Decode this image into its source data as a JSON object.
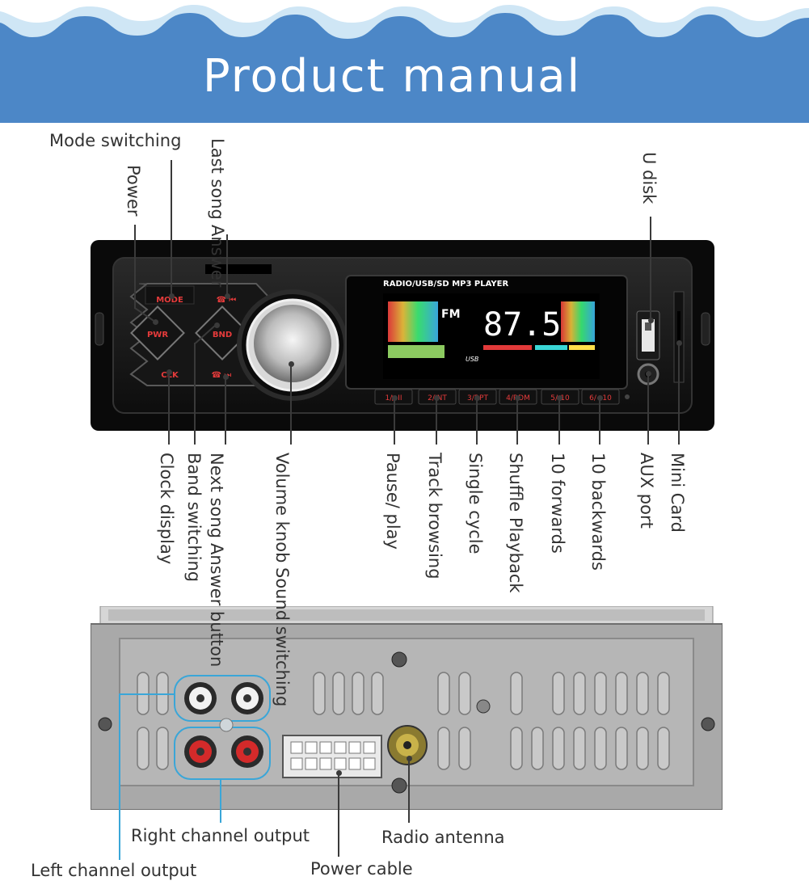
{
  "banner": {
    "title": "Product manual"
  },
  "front_panel": {
    "display_header": "RADIO/USB/SD MP3 PLAYER",
    "band": "FM",
    "frequency": "87.5",
    "usb_indicator": "USB",
    "buttons": {
      "mode": "MODE",
      "pwr": "PWR",
      "bnd": "BND",
      "clk": "CLK",
      "preset_1": "1/▶II",
      "preset_2": "2/INT",
      "preset_3": "3/RPT",
      "preset_4": "4/RDM",
      "preset_5": "5/-10",
      "preset_6": "6/+10"
    }
  },
  "labels": {
    "mode_switching": "Mode switching",
    "power": "Power",
    "answer": "Answer",
    "last_song": "Last song",
    "u_disk": "U disk",
    "clock_display": "Clock display",
    "band_switching": "Band switching",
    "next_song": "Next song",
    "answer_button": "Answer button",
    "volume_knob": "Volume knob",
    "sound_switching": "Sound switching",
    "pause_play": "Pause/ play",
    "track_browsing": "Track browsing",
    "single_cycle": "Single cycle",
    "shuffle_playback": "Shuffle Playback",
    "ten_forwards": "10 forwards",
    "ten_backwards": "10 backwards",
    "aux_port": "AUX port",
    "mini_card": "Mini Card",
    "right_channel_output": "Right channel output",
    "left_channel_output": "Left channel output",
    "radio_antenna": "Radio antenna",
    "power_cable": "Power cable"
  }
}
